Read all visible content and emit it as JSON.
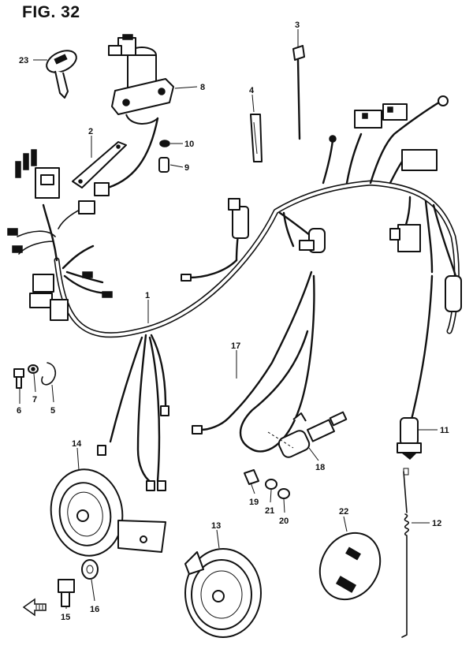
{
  "figure": {
    "title": "FIG. 32"
  },
  "callouts": {
    "c1": "1",
    "c2": "2",
    "c3": "3",
    "c4": "4",
    "c5": "5",
    "c6": "6",
    "c7": "7",
    "c8": "8",
    "c9": "9",
    "c10": "10",
    "c11": "11",
    "c12": "12",
    "c13": "13",
    "c14": "14",
    "c15": "15",
    "c16": "16",
    "c17": "17",
    "c18": "18",
    "c19": "19",
    "c20": "20",
    "c21": "21",
    "c22": "22",
    "c23": "23"
  },
  "icons": {
    "front_direction": "arrow-left-icon"
  }
}
